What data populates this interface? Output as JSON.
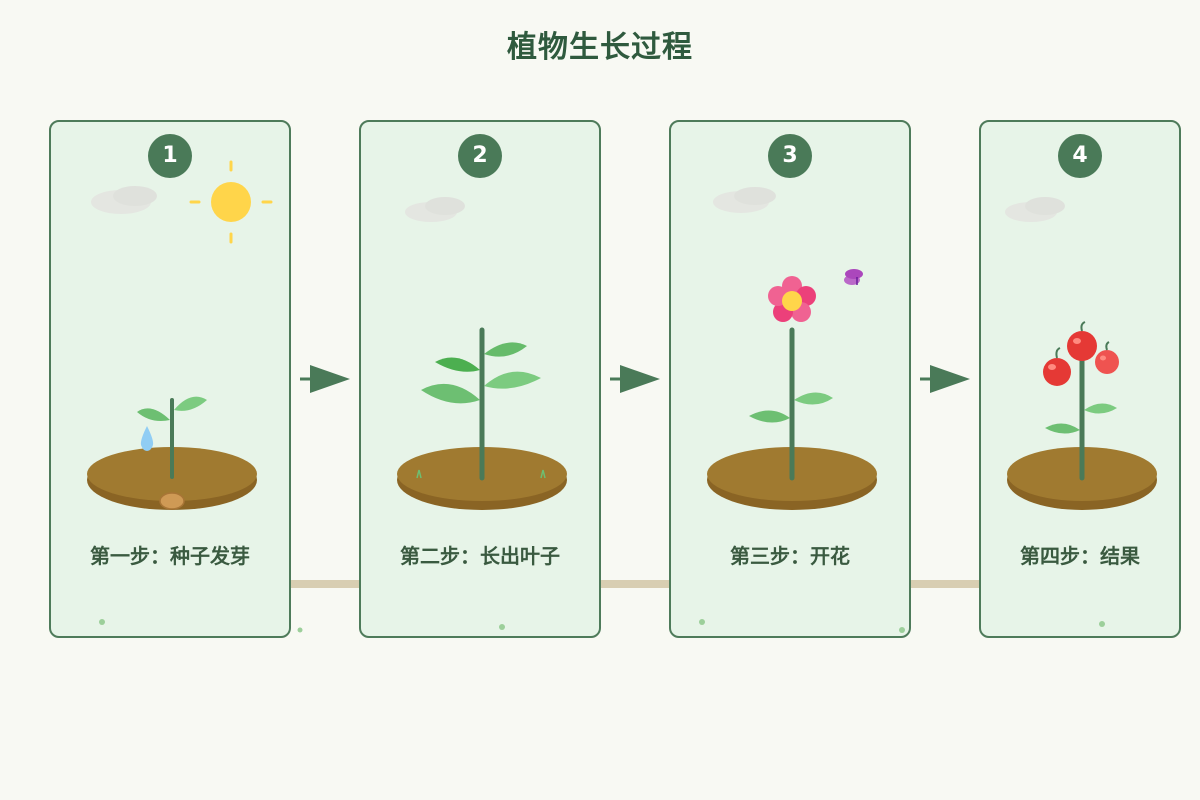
{
  "title": "植物生长过程",
  "steps": [
    {
      "number": "1",
      "label": "第一步：种子发芽"
    },
    {
      "number": "2",
      "label": "第二步：长出叶子"
    },
    {
      "number": "3",
      "label": "第三步：开花"
    },
    {
      "number": "4",
      "label": "第四步：结果"
    }
  ],
  "colors": {
    "panel_bg": "#e7f4e8",
    "panel_border": "#4e7b5a",
    "badge": "#4a7a58",
    "soil": "#a07a30",
    "stem": "#4a7a58",
    "leaf": "#6dbf72",
    "sun": "#ffd54a",
    "flower": "#f06292",
    "fruit": "#e53935",
    "arrow": "#4a7a58",
    "connector": "#d8ceb2"
  },
  "icons": [
    "sun-icon",
    "water-drop-icon",
    "seed-icon",
    "butterfly-icon",
    "cloud-icon",
    "flower-icon",
    "fruit-icon",
    "arrow-right-icon"
  ]
}
